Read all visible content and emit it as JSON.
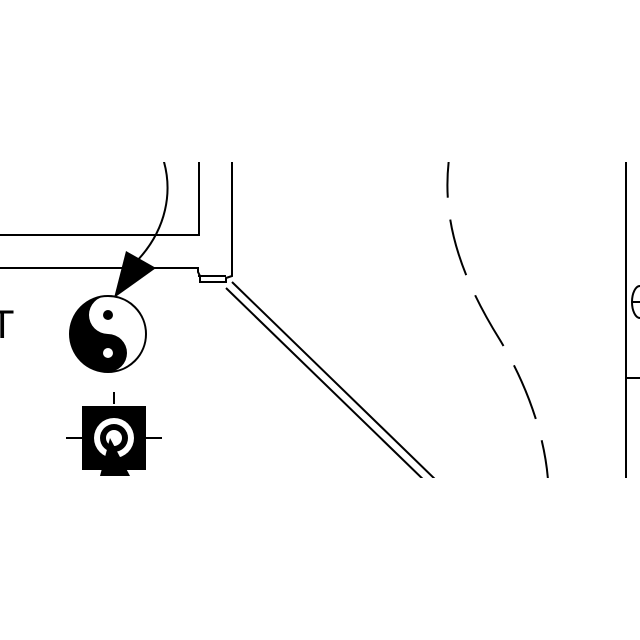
{
  "drawing": {
    "edge_label": "T",
    "symbols": [
      {
        "id": "yin-yang-marker",
        "icon": "yin-yang-icon"
      },
      {
        "id": "target-marker",
        "icon": "crosshair-square-icon"
      },
      {
        "id": "arc-marker",
        "icon": "circle-half-icon"
      }
    ]
  },
  "colors": {
    "ink": "#000000",
    "paper": "#ffffff"
  }
}
